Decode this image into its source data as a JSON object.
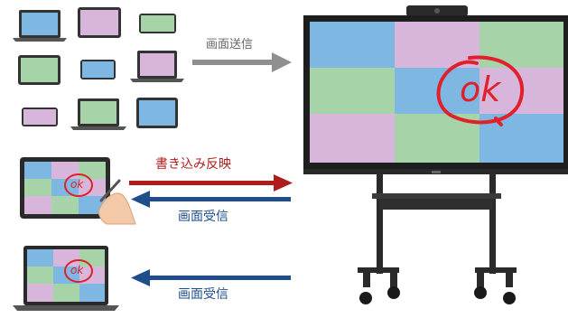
{
  "labels": {
    "screen_send": "画面送信",
    "write_reflect": "書き込み反映",
    "screen_receive_tablet": "画面受信",
    "screen_receive_laptop": "画面受信"
  },
  "annotations": {
    "ok_text": "ok"
  },
  "colors": {
    "blue_tile": "#7fb7e3",
    "pink_tile": "#d8b6dc",
    "green_tile": "#a6d3a7",
    "send_arrow": "#8f8f8f",
    "write_arrow": "#b01c1c",
    "receive_arrow": "#1f4e8c",
    "label_gray": "#666666",
    "ok_red": "#e0202a"
  }
}
